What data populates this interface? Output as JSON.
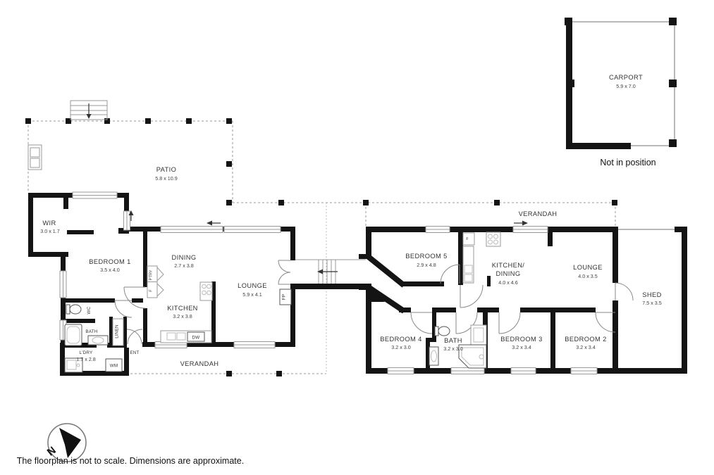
{
  "floorplan": {
    "rooms": [
      {
        "name": "CARPORT",
        "dims": "5.9 x 7.0"
      },
      {
        "name": "PATIO",
        "dims": "5.8 x 10.9"
      },
      {
        "name": "WIR",
        "dims": "3.0 x 1.7"
      },
      {
        "name": "BEDROOM 1",
        "dims": "3.5 x 4.0"
      },
      {
        "name": "DINING",
        "dims": "2.7 x 3.8"
      },
      {
        "name": "KITCHEN",
        "dims": "3.2 x 3.8"
      },
      {
        "name": "LOUNGE",
        "dims": "5.9 x 4.1"
      },
      {
        "name": "BATH",
        "dims": ""
      },
      {
        "name": "L'DRY",
        "dims": "1.7 x 2.8"
      },
      {
        "name": "VERANDAH",
        "dims": ""
      },
      {
        "name": "BEDROOM 5",
        "dims": "2.9 x 4.8"
      },
      {
        "name": "KITCHEN/",
        "name2": "DINING",
        "dims": "4.0 x 4.6"
      },
      {
        "name": "LOUNGE",
        "dims": "4.0 x 3.5"
      },
      {
        "name": "SHED",
        "dims": "7.5 x 3.5"
      },
      {
        "name": "BEDROOM 4",
        "dims": "3.2 x 3.0"
      },
      {
        "name": "BATH",
        "dims": "3.2 x 3.0"
      },
      {
        "name": "BEDROOM 3",
        "dims": "3.2 x 3.4"
      },
      {
        "name": "BEDROOM 2",
        "dims": "3.2 x 3.4"
      },
      {
        "name": "VERANDAH",
        "dims": ""
      }
    ],
    "fixtures": {
      "wc": "WC",
      "linen": "LINEN",
      "ent": "ENT",
      "wm": "WM",
      "dw": "DW",
      "fp": "FP",
      "fridge": "F",
      "pantry": "P'TRY"
    },
    "compass": {
      "letter": "N"
    },
    "notes": {
      "carport": "Not in position",
      "disclaimer": "The floorplan is not to scale. Dimensions are approximate."
    },
    "colors": {
      "walls": "#141414",
      "background": "#ffffff"
    }
  }
}
